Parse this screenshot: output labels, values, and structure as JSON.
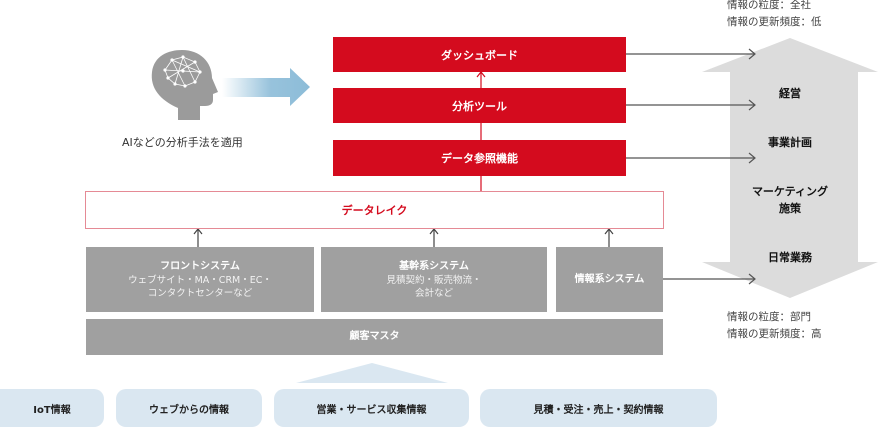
{
  "ai": {
    "label": "AIなどの分析手法を適用",
    "icon": "head-brain-network-icon",
    "arrow_color": "#8cbcd8"
  },
  "tools": [
    {
      "label": "ダッシュボード"
    },
    {
      "label": "分析ツール"
    },
    {
      "label": "データ参照機能"
    }
  ],
  "data_lake": {
    "label": "データレイク"
  },
  "systems": [
    {
      "title": "フロントシステム",
      "sub_lines": [
        "ウェブサイト・MA・CRM・EC・",
        "コンタクトセンターなど"
      ]
    },
    {
      "title": "基幹系システム",
      "sub_lines": [
        "見積契約・販売物流・",
        "会計など"
      ]
    },
    {
      "title": "情報系システム",
      "sub_lines": []
    }
  ],
  "customer_master": {
    "label": "顧客マスタ"
  },
  "sources": [
    {
      "label": "IoT情報"
    },
    {
      "label": "ウェブからの情報"
    },
    {
      "label": "営業・サービス収集情報"
    },
    {
      "label": "見積・受注・売上・契約情報"
    }
  ],
  "levels": {
    "top_note": [
      "情報の粒度：全社",
      "情報の更新頻度：低"
    ],
    "stages": [
      {
        "label": "経営"
      },
      {
        "label": "事業計画"
      },
      {
        "label": "マーケティング\n施策"
      },
      {
        "label": "日常業務"
      }
    ],
    "bottom_note": [
      "情報の粒度：部門",
      "情報の更新頻度：高"
    ]
  },
  "colors": {
    "red": "#d40b1e",
    "lake_border": "#e58a95",
    "system_gray": "#a0a0a0",
    "source_blue": "#dae7f1",
    "level_arrow": "#dcdcdc"
  }
}
